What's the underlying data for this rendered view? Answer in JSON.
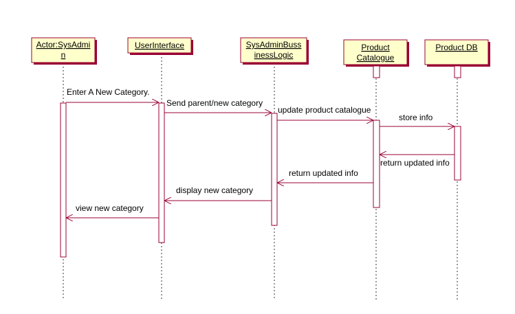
{
  "colors": {
    "box_fill": "#ffffcc",
    "box_border": "#990033",
    "title_text": "#0000ff",
    "message_line": "#990033"
  },
  "objects": [
    {
      "id": "actor",
      "lines": [
        "Actor:SysAdmi",
        "n"
      ],
      "underline": true
    },
    {
      "id": "ui",
      "lines": [
        "UserInterface"
      ],
      "underline": true
    },
    {
      "id": "logic",
      "lines": [
        "SysAdminBuss",
        "inessLogic"
      ],
      "underline": true
    },
    {
      "id": "catalogue",
      "lines": [
        "Product",
        "Catalogue"
      ],
      "underline": true
    },
    {
      "id": "db",
      "lines": [
        "Product DB"
      ],
      "underline": true
    }
  ],
  "messages": [
    {
      "from": "actor",
      "to": "ui",
      "label": "Enter A New Category."
    },
    {
      "from": "ui",
      "to": "logic",
      "label": "Send parent/new category"
    },
    {
      "from": "logic",
      "to": "catalogue",
      "label": "update product catalogue"
    },
    {
      "from": "catalogue",
      "to": "db",
      "label": "store info"
    },
    {
      "from": "db",
      "to": "catalogue",
      "label": "return updated info"
    },
    {
      "from": "catalogue",
      "to": "logic",
      "label": "return updated info"
    },
    {
      "from": "logic",
      "to": "ui",
      "label": "display new category"
    },
    {
      "from": "ui",
      "to": "actor",
      "label": "view new category"
    }
  ]
}
